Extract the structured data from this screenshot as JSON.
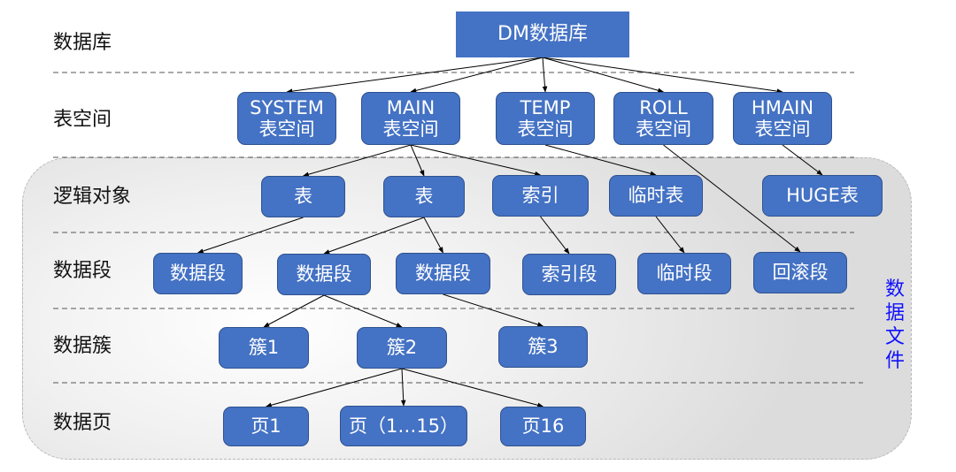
{
  "layers": [
    {
      "id": "database",
      "label": "数据库"
    },
    {
      "id": "tablespace",
      "label": "表空间"
    },
    {
      "id": "logical",
      "label": "逻辑对象"
    },
    {
      "id": "segment",
      "label": "数据段"
    },
    {
      "id": "extent",
      "label": "数据簇"
    },
    {
      "id": "page",
      "label": "数据页"
    }
  ],
  "nodes": {
    "dm": {
      "lines": [
        "DM数据库"
      ]
    },
    "ts_system": {
      "lines": [
        "SYSTEM",
        "表空间"
      ]
    },
    "ts_main": {
      "lines": [
        "MAIN",
        "表空间"
      ]
    },
    "ts_temp": {
      "lines": [
        "TEMP",
        "表空间"
      ]
    },
    "ts_roll": {
      "lines": [
        "ROLL",
        "表空间"
      ]
    },
    "ts_hmain": {
      "lines": [
        "HMAIN",
        "表空间"
      ]
    },
    "obj_table1": {
      "lines": [
        "表"
      ]
    },
    "obj_table2": {
      "lines": [
        "表"
      ]
    },
    "obj_index": {
      "lines": [
        "索引"
      ]
    },
    "obj_temp_table": {
      "lines": [
        "临时表"
      ]
    },
    "obj_huge": {
      "lines": [
        "HUGE表"
      ]
    },
    "seg_data1": {
      "lines": [
        "数据段"
      ]
    },
    "seg_data2": {
      "lines": [
        "数据段"
      ]
    },
    "seg_data3": {
      "lines": [
        "数据段"
      ]
    },
    "seg_index": {
      "lines": [
        "索引段"
      ]
    },
    "seg_temp": {
      "lines": [
        "临时段"
      ]
    },
    "seg_roll": {
      "lines": [
        "回滚段"
      ]
    },
    "ext1": {
      "lines": [
        "簇1"
      ]
    },
    "ext2": {
      "lines": [
        "簇2"
      ]
    },
    "ext3": {
      "lines": [
        "簇3"
      ]
    },
    "page1": {
      "lines": [
        "页1"
      ]
    },
    "page_mid": {
      "lines": [
        "页（1…15）"
      ]
    },
    "page16": {
      "lines": [
        "页16"
      ]
    }
  },
  "edges": [
    [
      "dm",
      "ts_system"
    ],
    [
      "dm",
      "ts_main"
    ],
    [
      "dm",
      "ts_temp"
    ],
    [
      "dm",
      "ts_roll"
    ],
    [
      "dm",
      "ts_hmain"
    ],
    [
      "ts_main",
      "obj_table1"
    ],
    [
      "ts_main",
      "obj_table2"
    ],
    [
      "ts_main",
      "obj_index"
    ],
    [
      "ts_temp",
      "obj_temp_table"
    ],
    [
      "ts_roll",
      "seg_roll"
    ],
    [
      "ts_hmain",
      "obj_huge"
    ],
    [
      "obj_table1",
      "seg_data1"
    ],
    [
      "obj_table2",
      "seg_data2"
    ],
    [
      "obj_table2",
      "seg_data3"
    ],
    [
      "obj_index",
      "seg_index"
    ],
    [
      "obj_temp_table",
      "seg_temp"
    ],
    [
      "seg_data2",
      "ext1"
    ],
    [
      "seg_data2",
      "ext2"
    ],
    [
      "seg_data3",
      "ext3"
    ],
    [
      "ext2",
      "page1"
    ],
    [
      "ext2",
      "page_mid"
    ],
    [
      "ext2",
      "page16"
    ]
  ],
  "data_file_label": "数据文件",
  "colors": {
    "node_fill": "#4472c4",
    "node_border": "#2f528f",
    "node_text": "#ffffff",
    "data_file_text": "#1010ff",
    "edge": "#000000"
  }
}
